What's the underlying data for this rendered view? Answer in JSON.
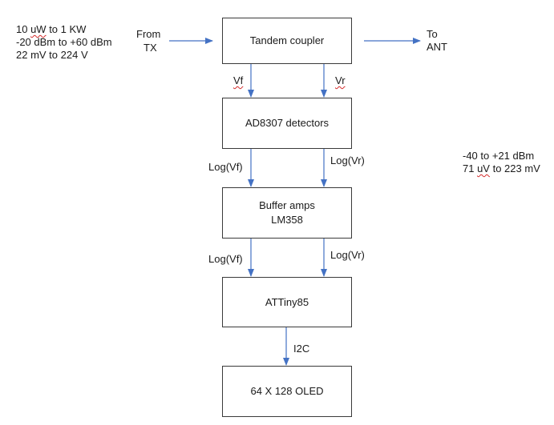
{
  "colors": {
    "arrow": "#4472c4",
    "box_border": "#3a3a3a",
    "text": "#1a1a1a",
    "spellcheck": "#d42a2a"
  },
  "blocks": {
    "tandem_coupler": "Tandem coupler",
    "detectors": "AD8307 detectors",
    "buffer_line1": "Buffer amps",
    "buffer_line2": "LM358",
    "attiny": "ATTiny85",
    "oled": "64 X 128 OLED"
  },
  "input_specs": {
    "power_line_a": "10 ",
    "power_line_b": "uW",
    "power_line_c": " to 1 KW",
    "dbm_line": "-20 dBm to +60 dBm",
    "voltage_line": "22 mV to 224 V"
  },
  "detector_specs": {
    "dbm_line": "-40 to +21 dBm",
    "voltage_line_a": "71 ",
    "voltage_line_b": "uV",
    "voltage_line_c": " to 223 mV"
  },
  "io_labels": {
    "from_line1": "From",
    "from_line2": "TX",
    "to_line1": "To",
    "to_line2": "ANT"
  },
  "signal_labels": {
    "vf": "Vf",
    "vr": "Vr",
    "log_vf_1": "Log(Vf)",
    "log_vr_1": "Log(Vr)",
    "log_vf_2": "Log(Vf)",
    "log_vr_2": "Log(Vr)",
    "i2c": "I2C"
  }
}
